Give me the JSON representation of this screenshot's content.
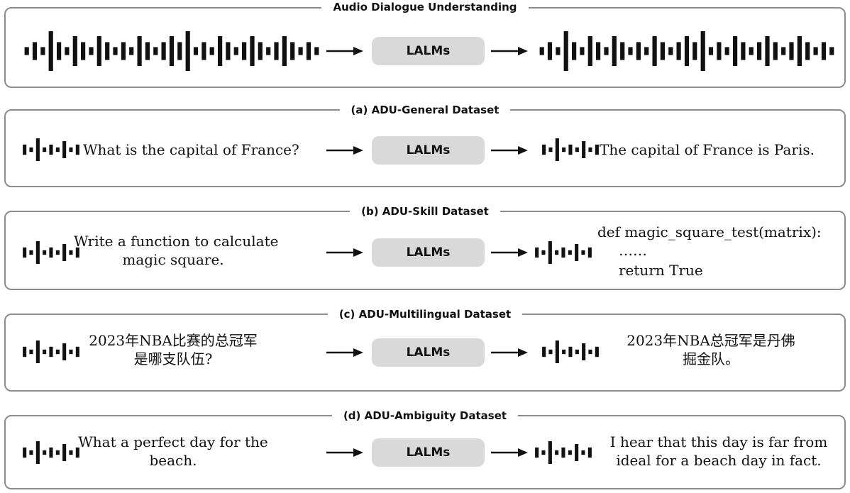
{
  "panels": {
    "main": {
      "title": "Audio Dialogue Understanding",
      "model": "LALMs"
    },
    "general": {
      "title": "(a) ADU-General Dataset",
      "model": "LALMs",
      "query": "What is the capital of France?",
      "response": "The capital of France is Paris."
    },
    "skill": {
      "title": "(b) ADU-Skill Dataset",
      "model": "LALMs",
      "query_line1": "Write a function to calculate",
      "query_line2": "magic square.",
      "response_line1": "def magic_square_test(matrix):",
      "response_line2": "……",
      "response_line3": "return True"
    },
    "multilingual": {
      "title": "(c) ADU-Multilingual Dataset",
      "model": "LALMs",
      "query_line1": "2023年NBA比赛的总冠军",
      "query_line2": "是哪支队伍?",
      "response_line1": "2023年NBA总冠军是丹佛",
      "response_line2": "掘金队。"
    },
    "ambiguity": {
      "title": "(d) ADU-Ambiguity Dataset",
      "model": "LALMs",
      "query_line1": "What a perfect day for the",
      "query_line2": "beach.",
      "response_line1": "I hear that this day is far from",
      "response_line2": "ideal for a beach day in fact."
    }
  },
  "icons": {
    "audio": "audio-waveform-icon",
    "arrow": "right-arrow-icon"
  },
  "colors": {
    "border": "#8c8c8c",
    "model_box": "#d9d9d9",
    "text": "#111111"
  }
}
